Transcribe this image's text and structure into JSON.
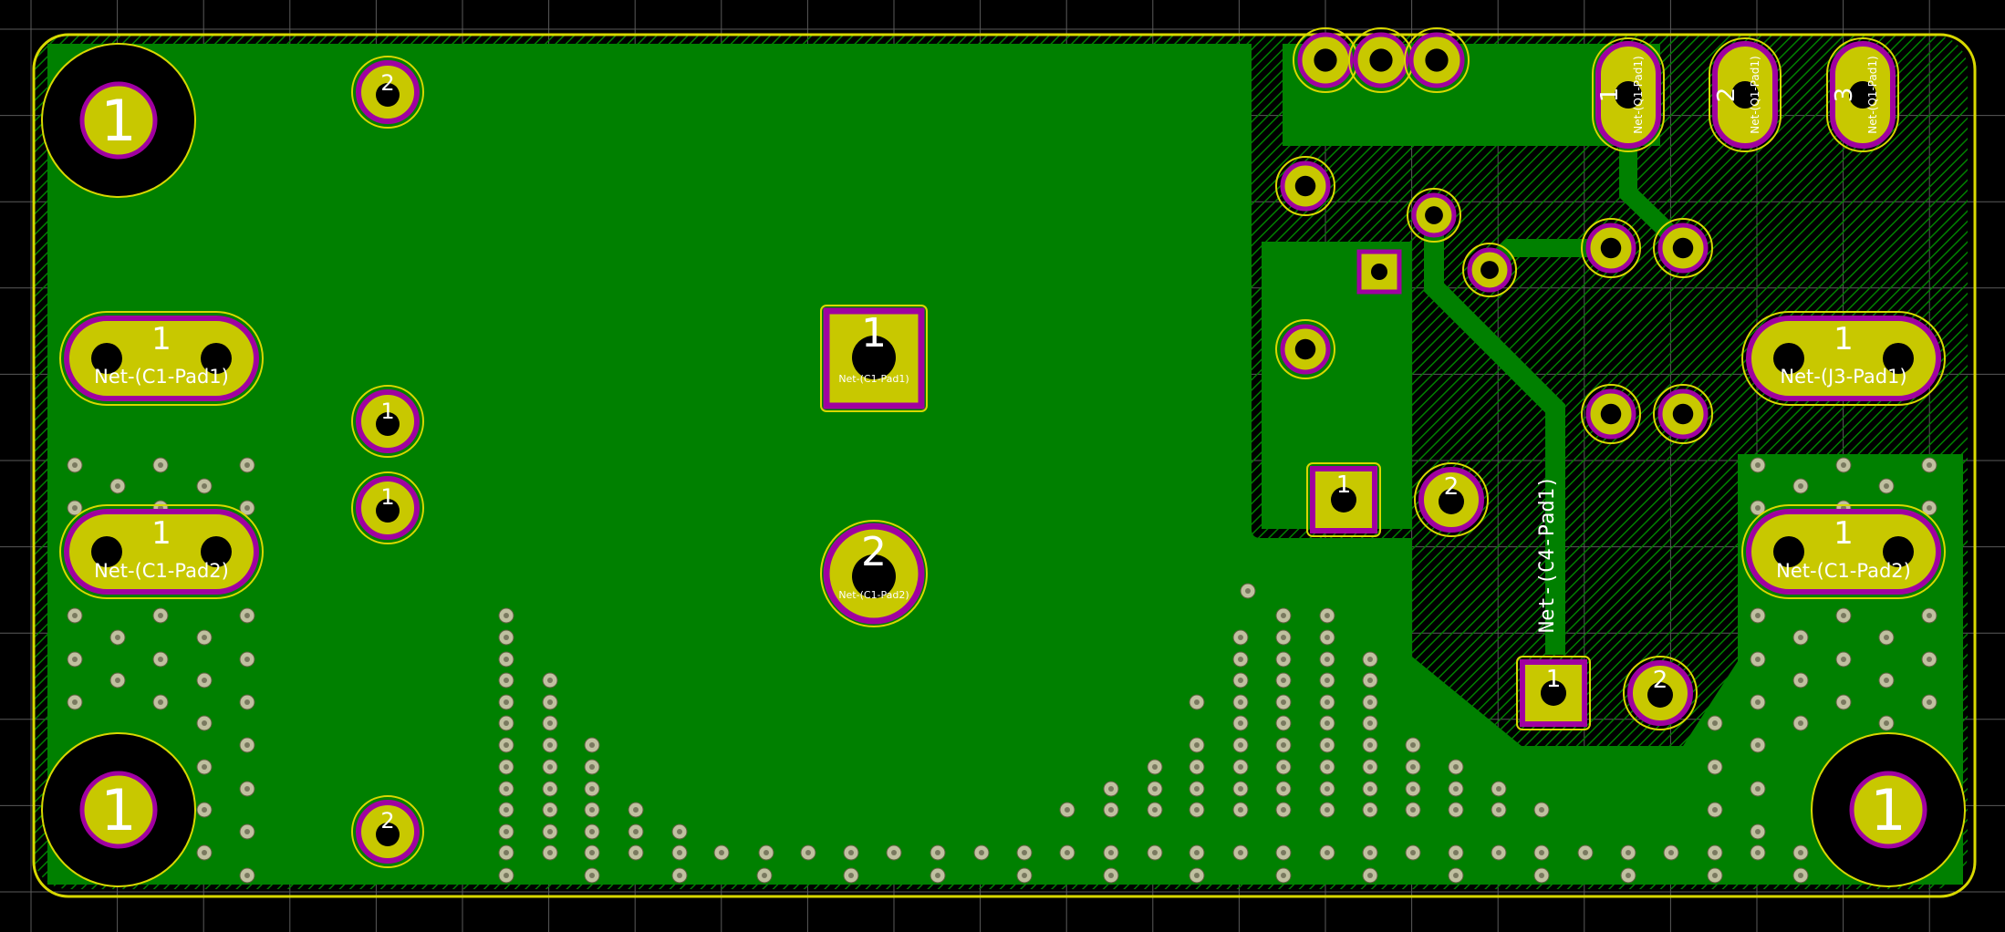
{
  "colors": {
    "background": "#000000",
    "grid": "#5a5a5a",
    "copper_fill": "#008000",
    "pad_copper": "#c8c800",
    "pad_ring": "#a000a0",
    "drill": "#000000",
    "board_outline": "#d8d800",
    "via_fill": "#c0c0a0",
    "text": "#ffffff"
  },
  "mounting_holes": [
    {
      "label": "1"
    },
    {
      "label": "1"
    },
    {
      "label": "1"
    }
  ],
  "oval_pads": [
    {
      "num": "1",
      "net": "Net-(C1-Pad1)"
    },
    {
      "num": "1",
      "net": "Net-(C1-Pad2)"
    },
    {
      "num": "1",
      "net": "Net-(J3-Pad1)"
    },
    {
      "num": "1",
      "net": "Net-(C1-Pad2)"
    }
  ],
  "cap_pads": [
    {
      "num": "1",
      "net": "Net-(C1-Pad1)"
    },
    {
      "num": "2",
      "net": "Net-(C1-Pad2)"
    }
  ],
  "small_pads": [
    {
      "num": "2"
    },
    {
      "num": "1"
    },
    {
      "num": "1"
    },
    {
      "num": "2"
    },
    {
      "num": "1"
    },
    {
      "num": "2"
    },
    {
      "num": "1"
    },
    {
      "num": "2"
    }
  ],
  "header_pads": [
    {
      "num": "1",
      "net": "Net-(Q1-Pad1)"
    },
    {
      "num": "2",
      "net": "Net-(Q1-Pad1)"
    },
    {
      "num": "3",
      "net": "Net-(Q1-Pad1)"
    }
  ],
  "trace_label": "Net-(C4-Pad1)"
}
